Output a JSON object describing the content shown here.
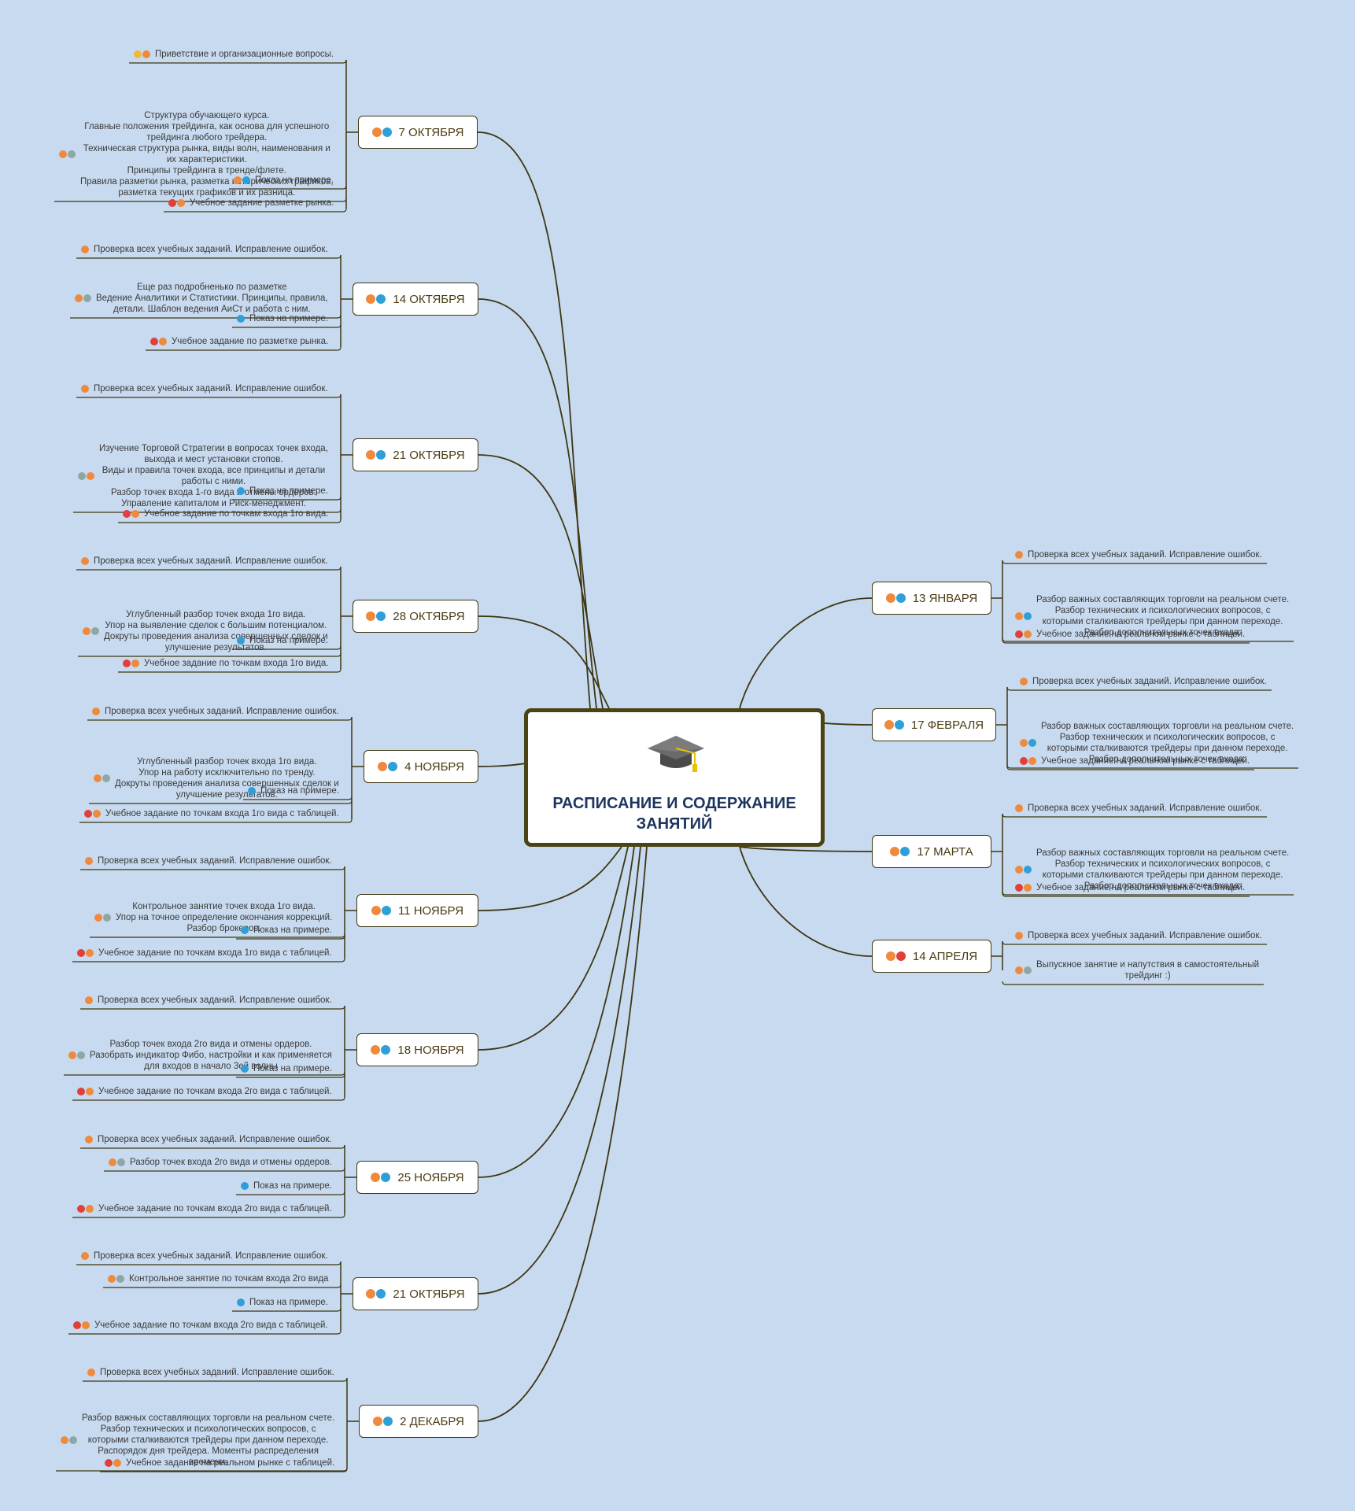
{
  "colors": {
    "background": "#c8daef",
    "line": "#3d3612",
    "title": "#1d355f",
    "topic_text": "#4a3c12"
  },
  "central": {
    "icon": "graduation-cap-icon",
    "title": "РАСПИСАНИЕ И СОДЕРЖАНИЕ ЗАНЯТИЙ"
  },
  "topics_left": [
    {
      "label": "7 ОКТЯБРЯ",
      "icons": [
        "arrow-icon",
        "pencil-icon"
      ],
      "items": [
        {
          "icons": [
            "smile-icon",
            "arrow-icon"
          ],
          "text": "Приветствие и организационные вопросы."
        },
        {
          "icons": [
            "arrow-icon",
            "check-icon"
          ],
          "text": "Структура обучающего курса.\nГлавные положения трейдинга, как основа для успешного\nтрейдинга любого трейдера.\nТехническая структура рынка, виды волн, наименования и\nих характеристики.\nПринципы трейдинга в тренде/флете.\nПравила разметки рынка, разметка исторических графиков,\nразметка текущих графиков и их разница."
        },
        {
          "icons": [
            "arrow-icon",
            "pencil-icon"
          ],
          "text": "Показ на примере."
        },
        {
          "icons": [
            "flag-icon",
            "task-icon"
          ],
          "text": "Учебное задание разметке рынка."
        }
      ]
    },
    {
      "label": "14 ОКТЯБРЯ",
      "icons": [
        "arrow-icon",
        "pencil-icon"
      ],
      "items": [
        {
          "icons": [
            "arrow-icon"
          ],
          "text": "Проверка всех учебных заданий. Исправление ошибок."
        },
        {
          "icons": [
            "arrow-icon",
            "check-icon"
          ],
          "text": "Еще раз подробненько по разметке\nВедение Аналитики и Статистики. Принципы, правила,\nдетали. Шаблон ведения АиСт и работа с ним."
        },
        {
          "icons": [
            "pencil-icon"
          ],
          "text": "Показ на примере."
        },
        {
          "icons": [
            "flag-icon",
            "task-icon"
          ],
          "text": "Учебное задание по разметке рынка."
        }
      ]
    },
    {
      "label": "21 ОКТЯБРЯ",
      "icons": [
        "arrow-icon",
        "pencil-icon"
      ],
      "items": [
        {
          "icons": [
            "arrow-icon"
          ],
          "text": "Проверка всех учебных заданий. Исправление ошибок."
        },
        {
          "icons": [
            "check-icon",
            "arrow-icon"
          ],
          "text": "Изучение Торговой Стратегии в вопросах точек входа,\nвыхода и мест установки стопов.\nВиды и правила точек входа, все принципы и детали\nработы с ними.\nРазбор точек входа 1-го вида и отмены ордеров.\nУправление капиталом и Риск-менеджмент."
        },
        {
          "icons": [
            "pencil-icon"
          ],
          "text": "Показ на примере."
        },
        {
          "icons": [
            "flag-icon",
            "task-icon"
          ],
          "text": "Учебное задание по точкам входа 1го вида."
        }
      ]
    },
    {
      "label": "28 ОКТЯБРЯ",
      "icons": [
        "arrow-icon",
        "pencil-icon"
      ],
      "items": [
        {
          "icons": [
            "arrow-icon"
          ],
          "text": "Проверка всех учебных заданий. Исправление ошибок."
        },
        {
          "icons": [
            "arrow-icon",
            "check-icon"
          ],
          "text": "Углубленный разбор точек входа 1го вида.\nУпор на выявление сделок с большим потенциалом.\nДокруты проведения анализа совершенных сделок и\nулучшение результатов."
        },
        {
          "icons": [
            "pencil-icon"
          ],
          "text": "Показ на примере."
        },
        {
          "icons": [
            "flag-icon",
            "task-icon"
          ],
          "text": "Учебное задание по точкам входа 1го вида."
        }
      ]
    },
    {
      "label": "4 НОЯБРЯ",
      "icons": [
        "arrow-icon",
        "pencil-icon"
      ],
      "items": [
        {
          "icons": [
            "arrow-icon"
          ],
          "text": "Проверка всех учебных заданий. Исправление ошибок."
        },
        {
          "icons": [
            "arrow-icon",
            "check-icon"
          ],
          "text": "Углубленный разбор точек входа 1го вида.\nУпор на работу исключительно по тренду.\nДокруты проведения анализа совершенных сделок и\nулучшение результатов."
        },
        {
          "icons": [
            "pencil-icon"
          ],
          "text": "Показ на примере."
        },
        {
          "icons": [
            "flag-icon",
            "task-icon"
          ],
          "text": "Учебное задание по точкам входа 1го вида с таблицей."
        }
      ]
    },
    {
      "label": "11 НОЯБРЯ",
      "icons": [
        "arrow-icon",
        "pencil-icon"
      ],
      "items": [
        {
          "icons": [
            "arrow-icon"
          ],
          "text": "Проверка всех учебных заданий. Исправление ошибок."
        },
        {
          "icons": [
            "arrow-icon",
            "check-icon"
          ],
          "text": "Контрольное занятие точек входа 1го вида.\nУпор на точное определение окончания коррекций.\nРазбор брокеров."
        },
        {
          "icons": [
            "pencil-icon"
          ],
          "text": "Показ на примере."
        },
        {
          "icons": [
            "flag-icon",
            "task-icon"
          ],
          "text": "Учебное задание по точкам входа 1го вида с таблицей."
        }
      ]
    },
    {
      "label": "18 НОЯБРЯ",
      "icons": [
        "arrow-icon",
        "pencil-icon"
      ],
      "items": [
        {
          "icons": [
            "arrow-icon"
          ],
          "text": "Проверка всех учебных заданий. Исправление ошибок."
        },
        {
          "icons": [
            "arrow-icon",
            "check-icon"
          ],
          "text": "Разбор точек входа 2го вида и отмены ордеров.\nРазобрать индикатор Фибо, настройки и как применяется\nдля входов в начало 3ей волны"
        },
        {
          "icons": [
            "pencil-icon"
          ],
          "text": "Показ на примере."
        },
        {
          "icons": [
            "flag-icon",
            "task-icon"
          ],
          "text": "Учебное задание по точкам входа 2го вида с таблицей."
        }
      ]
    },
    {
      "label": "25 НОЯБРЯ",
      "icons": [
        "arrow-icon",
        "pencil-icon"
      ],
      "items": [
        {
          "icons": [
            "arrow-icon"
          ],
          "text": "Проверка всех учебных заданий. Исправление ошибок."
        },
        {
          "icons": [
            "arrow-icon",
            "check-icon"
          ],
          "text": "Разбор точек входа 2го вида и отмены ордеров."
        },
        {
          "icons": [
            "pencil-icon"
          ],
          "text": "Показ на примере."
        },
        {
          "icons": [
            "flag-icon",
            "task-icon"
          ],
          "text": "Учебное задание по точкам входа 2го вида с таблицей."
        }
      ]
    },
    {
      "label": "21 ОКТЯБРЯ",
      "icons": [
        "arrow-icon",
        "pencil-icon"
      ],
      "items": [
        {
          "icons": [
            "arrow-icon"
          ],
          "text": "Проверка всех учебных заданий. Исправление ошибок."
        },
        {
          "icons": [
            "arrow-icon",
            "check-icon"
          ],
          "text": "Контрольное занятие по точкам входа 2го вида"
        },
        {
          "icons": [
            "pencil-icon"
          ],
          "text": "Показ на примере."
        },
        {
          "icons": [
            "flag-icon",
            "task-icon"
          ],
          "text": "Учебное задание по точкам входа 2го вида с таблицей."
        }
      ]
    },
    {
      "label": "2 ДЕКАБРЯ",
      "icons": [
        "arrow-icon",
        "pencil-icon"
      ],
      "items": [
        {
          "icons": [
            "arrow-icon"
          ],
          "text": "Проверка всех учебных заданий. Исправление ошибок."
        },
        {
          "icons": [
            "arrow-icon",
            "check-icon"
          ],
          "text": "Разбор важных составляющих торговли на реальном счете.\nРазбор технических и психологических вопросов, с\nкоторыми сталкиваются трейдеры при данном переходе.\nРаспорядок дня трейдера. Моменты распределения\nвремени."
        },
        {
          "icons": [
            "flag-icon",
            "task-icon"
          ],
          "text": "Учебное задание на реальном рынке с таблицей."
        }
      ]
    }
  ],
  "topics_right": [
    {
      "label": "13 ЯНВАРЯ",
      "icons": [
        "arrow-icon",
        "pencil-icon"
      ],
      "items": [
        {
          "icons": [
            "arrow-icon"
          ],
          "text": "Проверка всех учебных заданий. Исправление ошибок."
        },
        {
          "icons": [
            "arrow-icon",
            "pencil-icon"
          ],
          "text": "Разбор важных составляющих торговли на реальном счете.\nРазбор технических и психологических вопросов, с\nкоторыми сталкиваются трейдеры при данном переходе.\nРазбор дополнительных точек входа."
        },
        {
          "icons": [
            "flag-icon",
            "task-icon"
          ],
          "text": "Учебное задание на реальном рынке с таблицей."
        }
      ]
    },
    {
      "label": "17 ФЕВРАЛЯ",
      "icons": [
        "arrow-icon",
        "pencil-icon"
      ],
      "items": [
        {
          "icons": [
            "arrow-icon"
          ],
          "text": "Проверка всех учебных заданий. Исправление ошибок."
        },
        {
          "icons": [
            "arrow-icon",
            "pencil-icon"
          ],
          "text": "Разбор важных составляющих торговли на реальном счете.\nРазбор технических и психологических вопросов, с\nкоторыми сталкиваются трейдеры при данном переходе.\nРазбор дополнительных точек входа."
        },
        {
          "icons": [
            "flag-icon",
            "task-icon"
          ],
          "text": "Учебное задание на реальном рынке с таблицей."
        }
      ]
    },
    {
      "label": "17 МАРТА",
      "icons": [
        "arrow-icon",
        "pencil-icon"
      ],
      "items": [
        {
          "icons": [
            "arrow-icon"
          ],
          "text": "Проверка всех учебных заданий. Исправление ошибок."
        },
        {
          "icons": [
            "arrow-icon",
            "pencil-icon"
          ],
          "text": "Разбор важных составляющих торговли на реальном счете.\nРазбор технических и психологических вопросов, с\nкоторыми сталкиваются трейдеры при данном переходе.\nРазбор дополнительных точек входа."
        },
        {
          "icons": [
            "flag-icon",
            "task-icon"
          ],
          "text": "Учебное задание на реальном рынке с таблицей."
        }
      ]
    },
    {
      "label": "14 АПРЕЛЯ",
      "icons": [
        "arrow-icon",
        "refresh-icon"
      ],
      "items": [
        {
          "icons": [
            "arrow-icon"
          ],
          "text": "Проверка всех учебных заданий. Исправление ошибок."
        },
        {
          "icons": [
            "arrow-icon",
            "check-icon"
          ],
          "text": "Выпускное занятие и напутствия в самостоятельный\nтрейдинг :)"
        }
      ]
    }
  ]
}
